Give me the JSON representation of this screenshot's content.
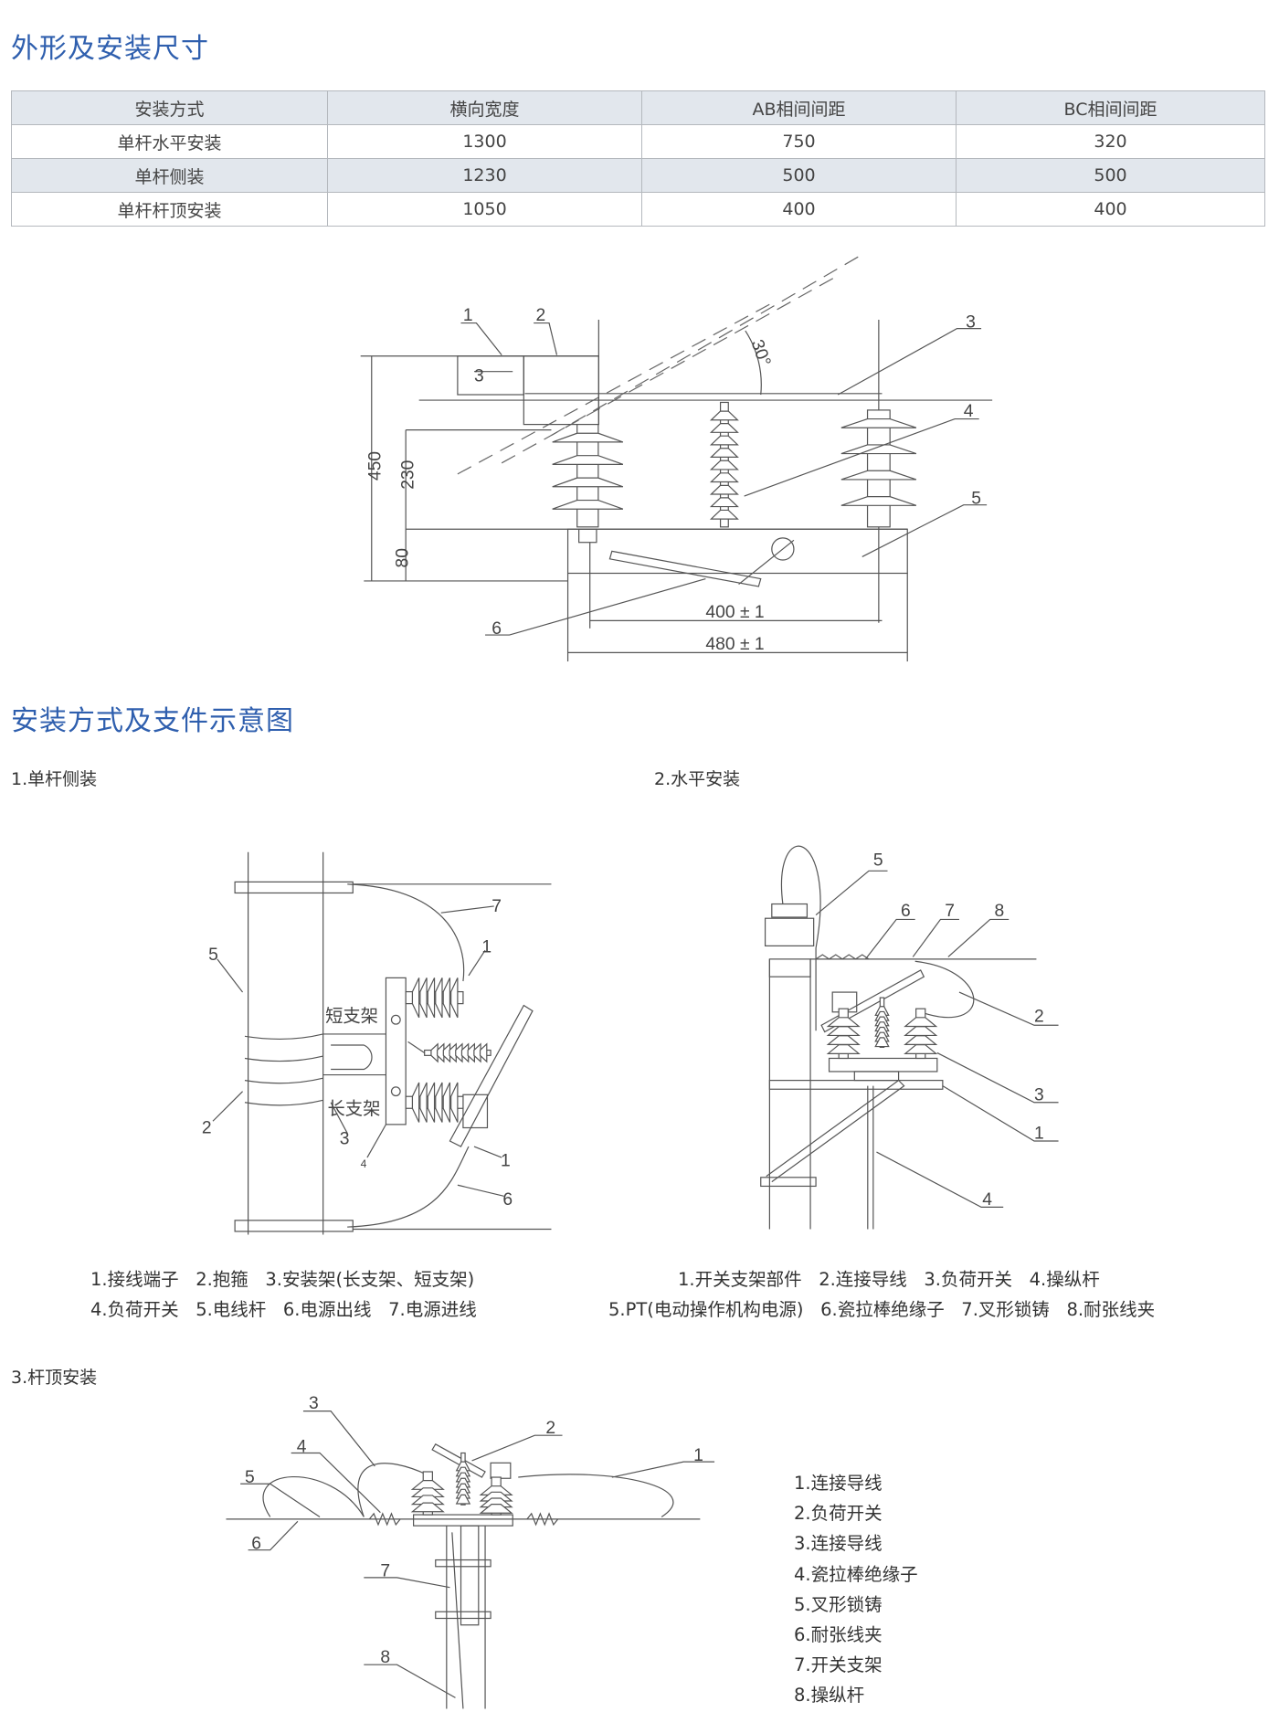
{
  "section1": {
    "title": "外形及安装尺寸",
    "table": {
      "headers": [
        "安装方式",
        "横向宽度",
        "AB相间间距",
        "BC相间间距"
      ],
      "rows": [
        [
          "单杆水平安装",
          "1300",
          "750",
          "320"
        ],
        [
          "单杆侧装",
          "1230",
          "500",
          "500"
        ],
        [
          "单杆杆顶安装",
          "1050",
          "400",
          "400"
        ]
      ]
    },
    "drawing": {
      "dims": {
        "h450": "450",
        "h230": "230",
        "h80": "80",
        "w400": "400 ± 1",
        "w480": "480 ± 1",
        "angle": "30°"
      },
      "labels": [
        "1",
        "2",
        "3",
        "3",
        "4",
        "5",
        "6"
      ]
    }
  },
  "section2": {
    "title": "安装方式及支件示意图",
    "side": {
      "heading": "1.单杆侧装",
      "labels": [
        "7",
        "1",
        "5",
        "2",
        "3",
        "4",
        "1",
        "6"
      ],
      "short_bracket": "短支架",
      "long_bracket": "长支架",
      "caption_line1": "1.接线端子   2.抱箍   3.安装架(长支架、短支架)",
      "caption_line2": "4.负荷开关   5.电线杆   6.电源出线   7.电源进线"
    },
    "horizontal": {
      "heading": "2.水平安装",
      "labels": [
        "5",
        "6",
        "7",
        "8",
        "2",
        "3",
        "1",
        "4"
      ],
      "caption_line1": "1.开关支架部件   2.连接导线   3.负荷开关   4.操纵杆",
      "caption_line2": "5.PT(电动操作机构电源)   6.瓷拉棒绝缘子   7.叉形锁铸   8.耐张线夹"
    },
    "top": {
      "heading": "3.杆顶安装",
      "labels": [
        "3",
        "2",
        "1",
        "4",
        "5",
        "6",
        "7",
        "8"
      ],
      "legend": [
        "1.连接导线",
        "2.负荷开关",
        "3.连接导线",
        "4.瓷拉棒绝缘子",
        "5.叉形锁铸",
        "6.耐张线夹",
        "7.开关支架",
        "8.操纵杆"
      ]
    }
  },
  "colors": {
    "title": "#2f5fae",
    "table_shade": "#e2e7ed",
    "table_border": "#b4b8bd"
  }
}
